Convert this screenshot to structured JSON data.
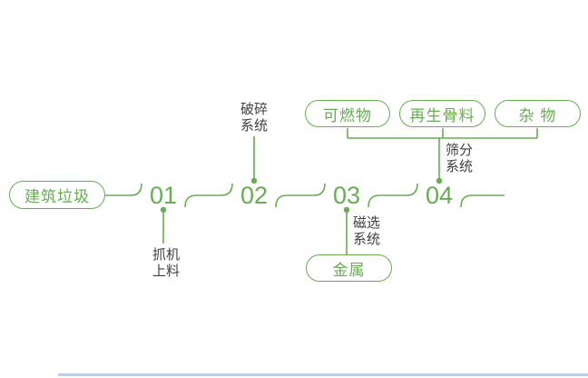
{
  "colors": {
    "green": "#67ad52",
    "label_text": "#3f3f3f",
    "bottom_bar": "#b9cfe8"
  },
  "flow": {
    "input": "建筑垃圾",
    "steps": [
      {
        "number": "01",
        "system": [
          "抓机",
          "上料"
        ]
      },
      {
        "number": "02",
        "system": [
          "破碎",
          "系统"
        ]
      },
      {
        "number": "03",
        "system": [
          "磁选",
          "系统"
        ]
      },
      {
        "number": "04",
        "system": [
          "筛分",
          "系统"
        ]
      }
    ],
    "top_outputs": [
      "可燃物",
      "再生骨料",
      "杂 物"
    ],
    "bottom_output": "金属"
  }
}
